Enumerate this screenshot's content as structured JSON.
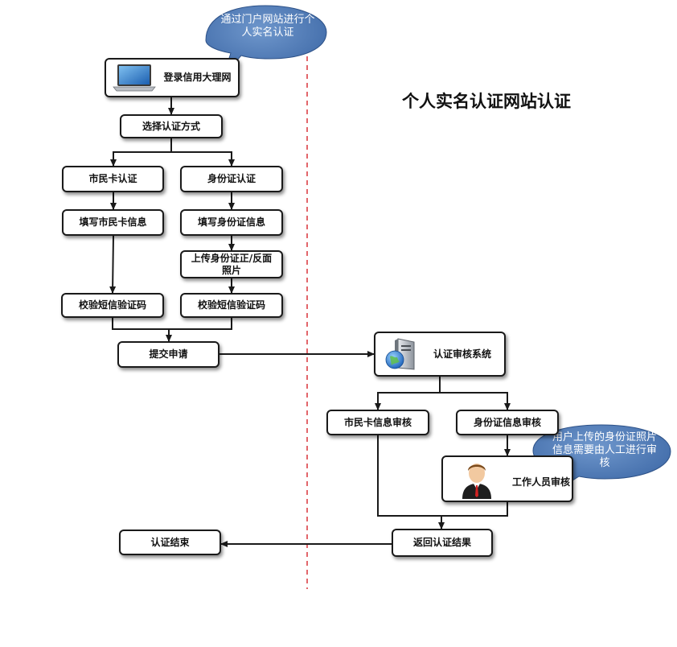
{
  "title": "个人实名认证网站认证",
  "nodes": {
    "login": "登录信用大理网",
    "choose": "选择认证方式",
    "citizen_card": "市民卡认证",
    "id_card": "身份证认证",
    "fill_citizen": "填写市民卡信息",
    "fill_id": "填写身份证信息",
    "upload_photos": "上传身份证正/反面照片",
    "verify_sms_left": "校验短信验证码",
    "verify_sms_right": "校验短信验证码",
    "submit": "提交申请",
    "audit_system": "认证审核系统",
    "citizen_review": "市民卡信息审核",
    "id_review": "身份证信息审核",
    "staff_review": "工作人员审核",
    "return_result": "返回认证结果",
    "end": "认证结束"
  },
  "bubbles": {
    "top": "通过门户网站进行个人实名认证",
    "right": "用户上传的身份证照片信息需要由人工进行审核"
  },
  "icons": [
    "laptop-icon",
    "server-globe-icon",
    "staff-person-icon"
  ],
  "colors": {
    "bubble_fill": "#4f79b3",
    "divider": "#d9343a",
    "line": "#1a1a1a"
  }
}
